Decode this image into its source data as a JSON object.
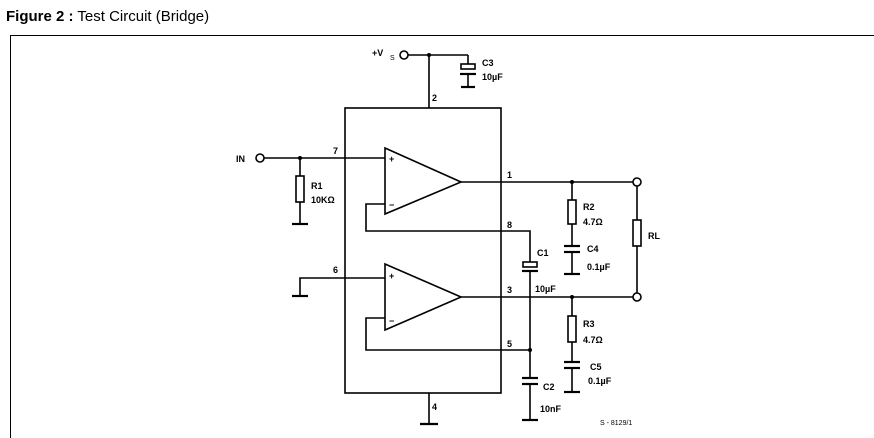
{
  "caption": {
    "number": "Figure 2 :",
    "title": "Test Circuit (Bridge)"
  },
  "supply": {
    "label": "+V",
    "subscript": "S"
  },
  "input": {
    "label": "IN"
  },
  "pins": {
    "p1": "1",
    "p2": "2",
    "p3": "3",
    "p4": "4",
    "p5": "5",
    "p6": "6",
    "p7": "7",
    "p8": "8"
  },
  "components": {
    "r1": {
      "name": "R1",
      "value": "10KΩ"
    },
    "r2": {
      "name": "R2",
      "value": "4.7Ω"
    },
    "r3": {
      "name": "R3",
      "value": "4.7Ω"
    },
    "rl": {
      "name": "RL"
    },
    "c1": {
      "name": "C1",
      "value": "10µF"
    },
    "c2": {
      "name": "C2",
      "value": "10nF"
    },
    "c3": {
      "name": "C3",
      "value": "10µF"
    },
    "c4": {
      "name": "C4",
      "value": "0.1µF"
    },
    "c5": {
      "name": "C5",
      "value": "0.1µF"
    }
  },
  "opamp_signs": {
    "plus": "+",
    "minus": "−"
  },
  "drawing_code": "S - 8129/1"
}
